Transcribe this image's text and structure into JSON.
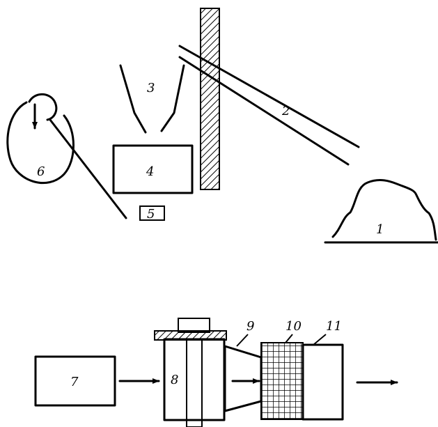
{
  "diagram": {
    "labels": {
      "l1": "1",
      "l2": "2",
      "l3": "3",
      "l4": "4",
      "l5": "5",
      "l6": "6",
      "l7": "7",
      "l8": "8",
      "l9": "9",
      "l10": "10",
      "l11": "11"
    }
  }
}
